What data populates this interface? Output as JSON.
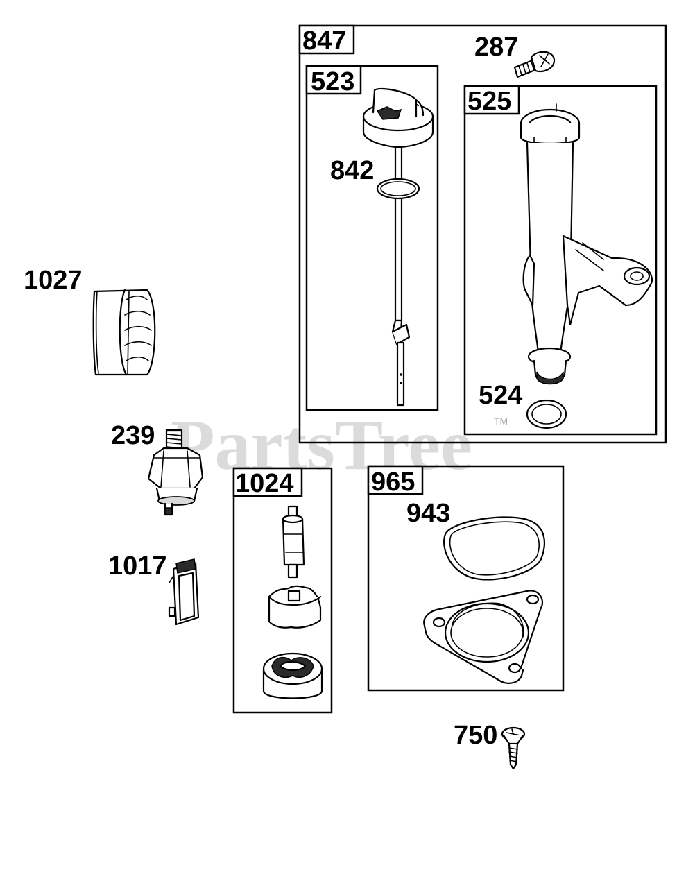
{
  "diagram": {
    "watermark": "PartsTree",
    "trademark": "TM",
    "labels": {
      "n847": "847",
      "n287": "287",
      "n523": "523",
      "n525": "525",
      "n842": "842",
      "n1027": "1027",
      "n524": "524",
      "n239": "239",
      "n1024": "1024",
      "n965": "965",
      "n943": "943",
      "n1017": "1017",
      "n750": "750"
    }
  }
}
